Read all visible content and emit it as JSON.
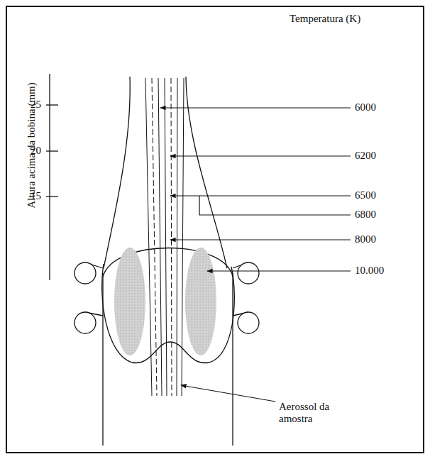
{
  "diagram": {
    "labels": [
      "Temperatura (K)",
      "Altura acima da bobina (mm)",
      "25",
      "20",
      "15",
      "6000",
      "6200",
      "6500",
      "6800",
      "8000",
      "10.000",
      "Aerossol da amostra"
    ]
  }
}
